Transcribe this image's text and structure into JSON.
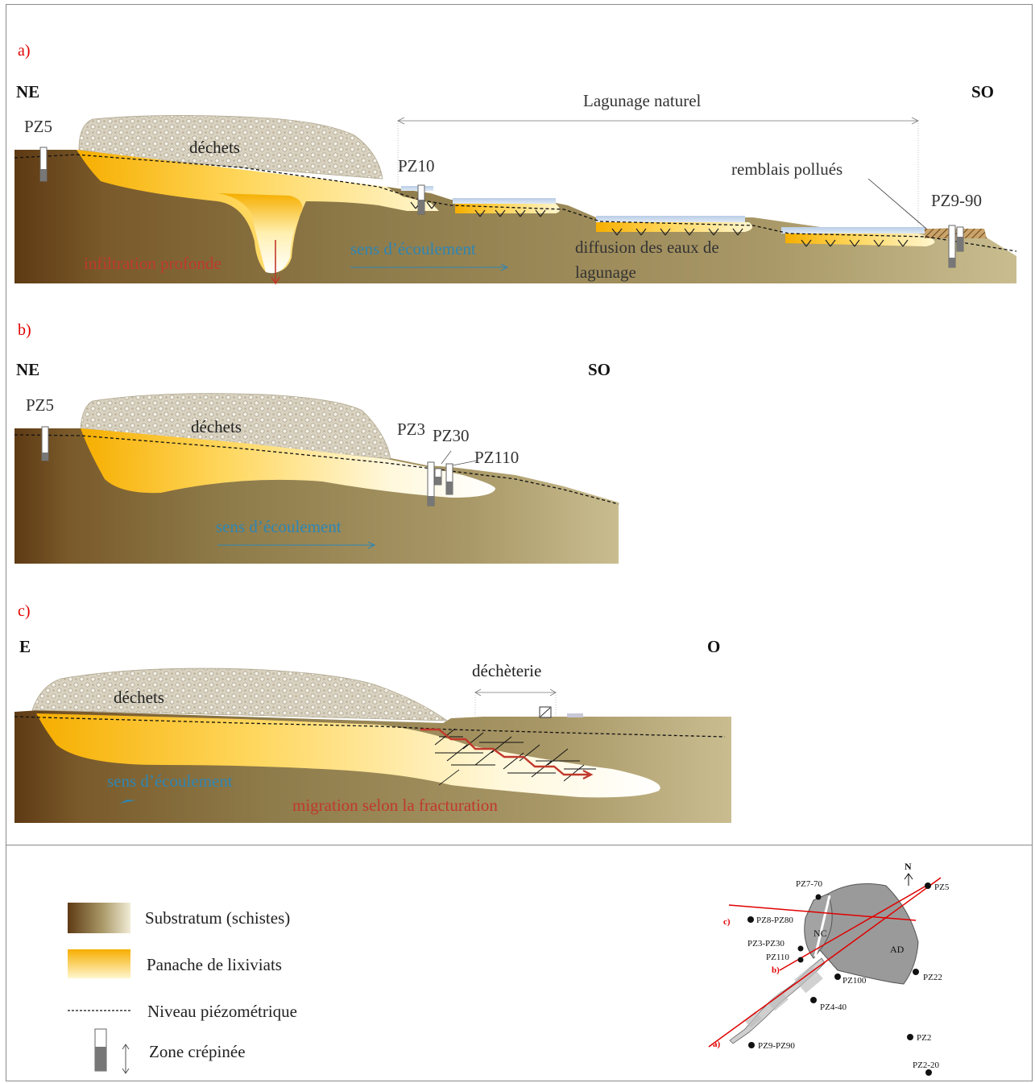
{
  "panel_a": {
    "label": "a)",
    "left_dir": "NE",
    "right_dir": "SO",
    "waste": "déchets",
    "lagoon_title": "Lagunage naturel",
    "backfill": "remblais pollués",
    "flow": "sens d’écoulement",
    "deep": "infiltration profonde",
    "diffusion_1": "diffusion des eaux de",
    "diffusion_2": "lagunage",
    "wells": [
      "PZ5",
      "PZ10",
      "PZ9-90"
    ]
  },
  "panel_b": {
    "label": "b)",
    "left_dir": "NE",
    "right_dir": "SO",
    "waste": "déchets",
    "flow": "sens d’écoulement",
    "wells": [
      "PZ5",
      "PZ3",
      "PZ30",
      "PZ110"
    ]
  },
  "panel_c": {
    "label": "c)",
    "left_dir": "E",
    "right_dir": "O",
    "waste": "déchets",
    "facility": "déchèterie",
    "flow": "sens d’écoulement",
    "migration": "migration selon la fracturation"
  },
  "legend": {
    "substratum": "Substratum (schistes)",
    "plume": "Panache de lixiviats",
    "piezo": "Niveau piézométrique",
    "screen": "Zone crépinée"
  },
  "map": {
    "north": "N",
    "zone_nc": "NC",
    "zone_ad": "AD",
    "section_labels": [
      "a)",
      "b)",
      "c)"
    ],
    "points": [
      "PZ5",
      "PZ7-70",
      "PZ8-PZ80",
      "PZ3-PZ30",
      "PZ110",
      "PZ100",
      "PZ22",
      "PZ4-40",
      "PZ2",
      "PZ9-PZ90",
      "PZ2-20"
    ]
  },
  "colors": {
    "substratum_dark": "#5e3a14",
    "substratum_light": "#f1ecd6",
    "plume_orange": "#f6ae00",
    "plume_light": "#fff5c8",
    "red_text": "#c0392b",
    "blue_text": "#2e86b4",
    "label_red": "#e00000"
  }
}
